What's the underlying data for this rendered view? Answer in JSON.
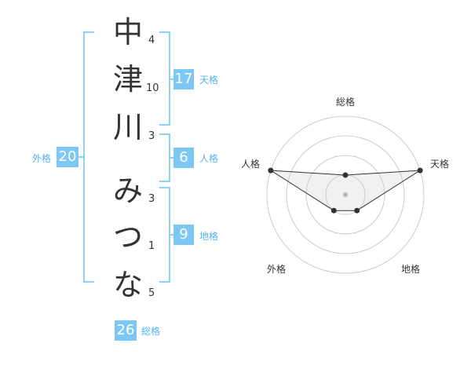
{
  "name_chars": [
    {
      "char": "中",
      "strokes": "4"
    },
    {
      "char": "津",
      "strokes": "10"
    },
    {
      "char": "川",
      "strokes": "3"
    },
    {
      "char": "み",
      "strokes": "3"
    },
    {
      "char": "つ",
      "strokes": "1"
    },
    {
      "char": "な",
      "strokes": "5"
    }
  ],
  "kakusu": {
    "tenkaku": {
      "label": "天格",
      "value": "17"
    },
    "jinkaku": {
      "label": "人格",
      "value": "6"
    },
    "chikaku": {
      "label": "地格",
      "value": "9"
    },
    "gaikaku": {
      "label": "外格",
      "value": "20"
    },
    "soukaku": {
      "label": "総格",
      "value": "26"
    }
  },
  "colors": {
    "accent": "#7cc7f4",
    "bracket": "#8dd0f8",
    "label": "#55b3ea"
  },
  "chart_data": {
    "type": "radar",
    "axes": [
      "総格",
      "天格",
      "地格",
      "外格",
      "人格"
    ],
    "values": [
      1,
      4,
      1,
      1,
      4
    ],
    "range": [
      0,
      4
    ],
    "rings": 4
  }
}
